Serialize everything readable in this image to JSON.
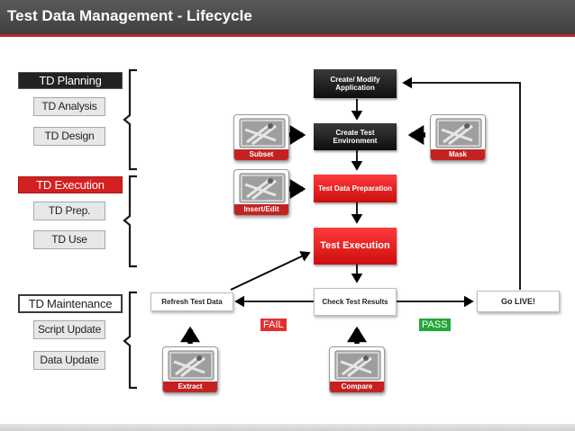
{
  "header": {
    "title": "Test Data Management - Lifecycle"
  },
  "lifecycle": {
    "planning": {
      "label": "TD Planning",
      "items": [
        "TD Analysis",
        "TD Design"
      ]
    },
    "execution": {
      "label": "TD Execution",
      "items": [
        "TD Prep.",
        "TD Use"
      ]
    },
    "maintenance": {
      "label": "TD Maintenance",
      "items": [
        "Script Update",
        "Data Update"
      ]
    }
  },
  "flow": {
    "create_app": "Create/ Modify Application",
    "create_env": "Create Test Environment",
    "prep": "Test Data Preparation",
    "execution": "Test Execution",
    "check": "Check Test Results",
    "refresh": "Refresh Test Data",
    "golive": "Go LIVE!",
    "fail": "FAIL",
    "pass": "PASS"
  },
  "tools": {
    "subset": "Subset",
    "mask": "Mask",
    "insert": "Insert/Edit",
    "extract": "Extract",
    "compare": "Compare"
  },
  "colors": {
    "accent_red": "#d42020",
    "dark": "#222222",
    "fail": "#e03030",
    "pass": "#22a838"
  }
}
